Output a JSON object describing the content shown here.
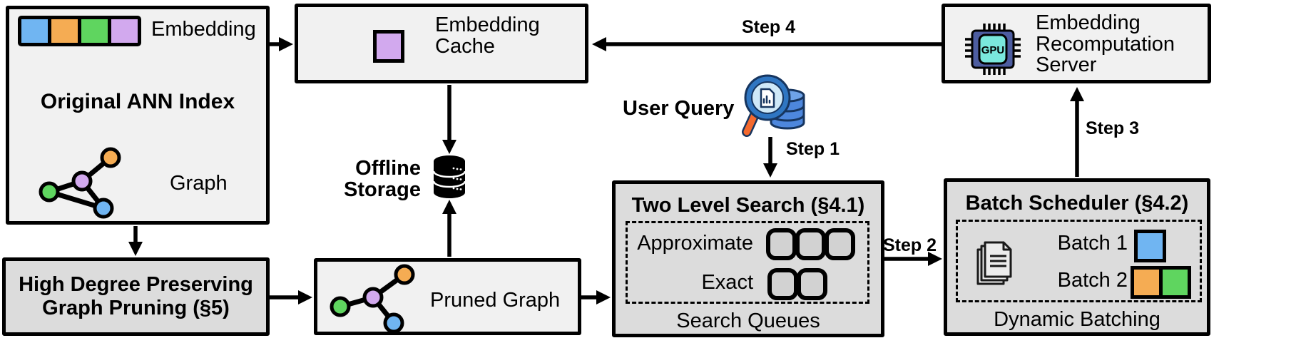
{
  "palette": {
    "blue": "#70b5f2",
    "orange": "#f5ac53",
    "green": "#5fd55f",
    "purple": "#d2a9ee",
    "box_light": "#f1f1f1",
    "box_dark": "#dcdcdc",
    "gpu_body": "#4d5da0",
    "gpu_core": "#7ae8dc",
    "handle_orange": "#f4692e",
    "query_db_blue": "#4d87dd"
  },
  "ann_index": {
    "title": "Original ANN Index",
    "embedding_label": "Embedding",
    "graph_label": "Graph",
    "embedding_colors": [
      "#70b5f2",
      "#f5ac53",
      "#5fd55f",
      "#d2a9ee"
    ]
  },
  "embedding_cache": {
    "line1": "Embedding",
    "line2": "Cache"
  },
  "offline_storage": {
    "line1": "Offline",
    "line2": "Storage"
  },
  "recomputation_server": {
    "line1": "Embedding",
    "line2": "Recomputation",
    "line3": "Server",
    "chip_label": "GPU"
  },
  "high_degree_pruning": {
    "line1": "High Degree Preserving",
    "line2": "Graph Pruning (§5)"
  },
  "pruned_graph": {
    "label": "Pruned Graph"
  },
  "user_query": {
    "label": "User Query"
  },
  "two_level_search": {
    "title": "Two Level Search (§4.1)",
    "approximate_label": "Approximate",
    "exact_label": "Exact",
    "caption": "Search Queues",
    "approximate_slots": 3,
    "exact_slots": 2
  },
  "batch_scheduler": {
    "title": "Batch Scheduler (§4.2)",
    "batch1_label": "Batch 1",
    "batch2_label": "Batch 2",
    "caption": "Dynamic Batching",
    "batch1_colors": [
      "#70b5f2"
    ],
    "batch2_colors": [
      "#f5ac53",
      "#5fd55f"
    ]
  },
  "steps": {
    "step1": "Step 1",
    "step2": "Step 2",
    "step3": "Step 3",
    "step4": "Step 4"
  }
}
